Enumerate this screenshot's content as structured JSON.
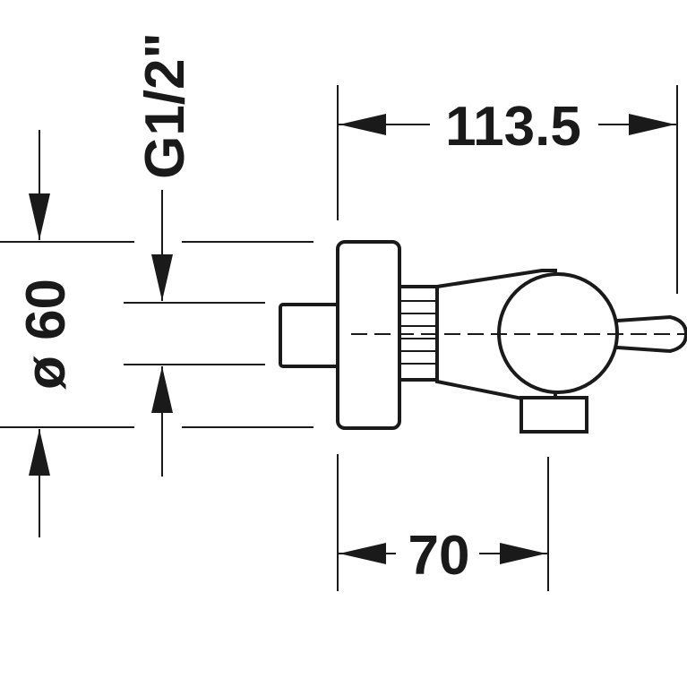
{
  "dimensions": {
    "overall_length": "113.5",
    "body_length": "70",
    "diameter": "ø 60",
    "thread": "G1/2\""
  }
}
